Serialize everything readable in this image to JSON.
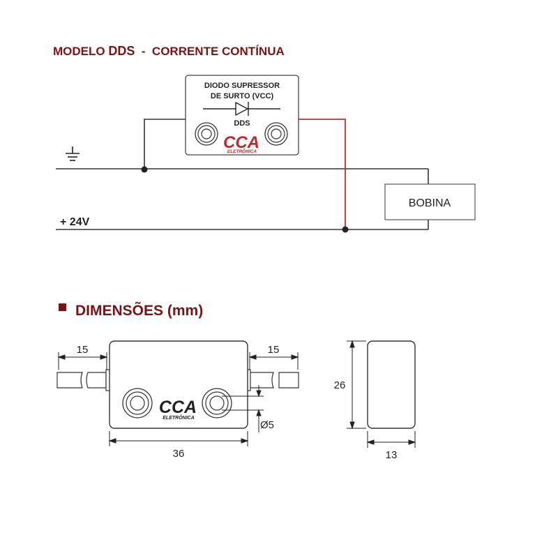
{
  "titles": {
    "model_prefix": "MODELO ",
    "model_code": "DDS",
    "model_suffix": "  -  CORRENTE CONTÍNUA",
    "dimensions": "DIMENSÕES (mm)"
  },
  "schematic": {
    "component_title_line1": "DIODO SUPRESSOR",
    "component_title_line2": "DE SURTO (VCC)",
    "component_code": "DDS",
    "supply_label": "+ 24V",
    "load_label": "BOBINA"
  },
  "logo": {
    "brand": "CCA",
    "sub": "ELETRÔNICA",
    "brand_color": "#c8242b"
  },
  "dimensions": {
    "left_wire": "15",
    "right_wire": "15",
    "width": "36",
    "hole_diameter": "Ø5",
    "height": "26",
    "depth": "13"
  },
  "colors": {
    "title": "#7a1414",
    "positive_wire": "#d12a2a",
    "line": "#333333"
  }
}
